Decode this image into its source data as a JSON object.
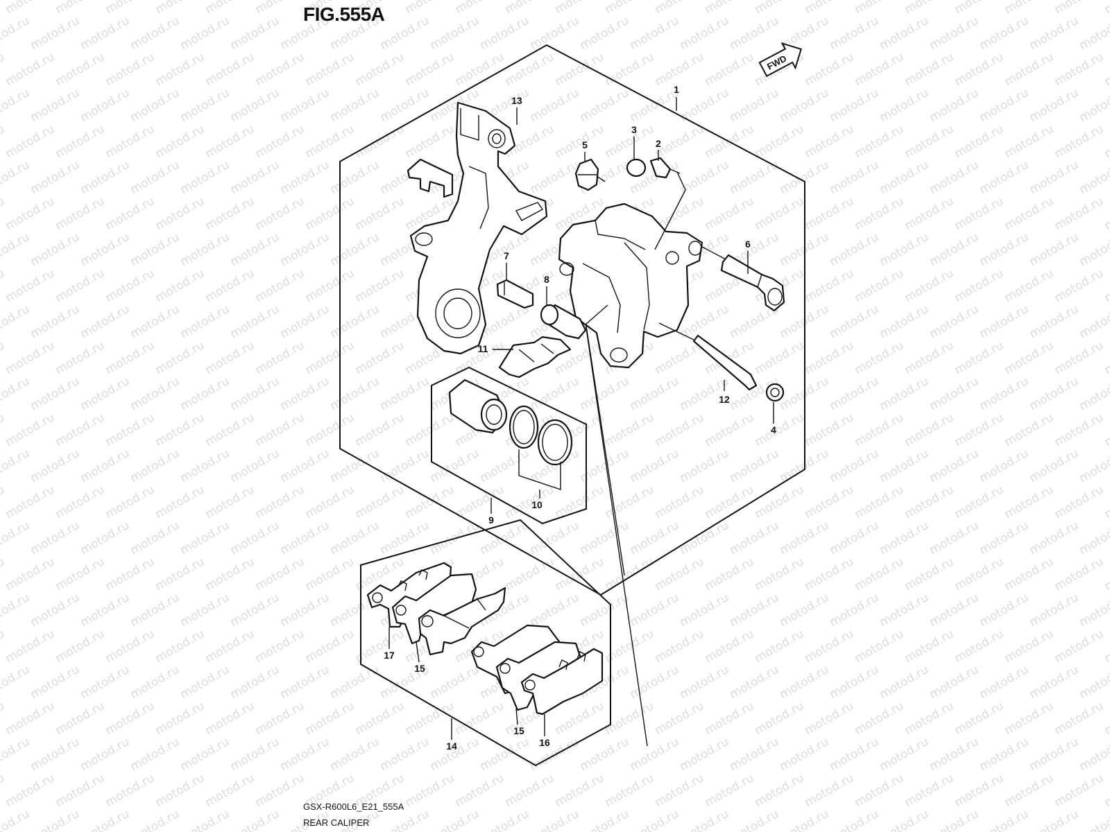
{
  "figure": {
    "title": "FIG.555A",
    "model_code": "GSX-R600L6_E21_555A",
    "name": "REAR CALIPER",
    "fwd_label": "FWD"
  },
  "watermark": "motod.ru",
  "callouts": {
    "c1": "1",
    "c2": "2",
    "c3": "3",
    "c4": "4",
    "c5": "5",
    "c6": "6",
    "c7": "7",
    "c8": "8",
    "c9": "9",
    "c10": "10",
    "c11": "11",
    "c12": "12",
    "c13": "13",
    "c14": "14",
    "c15a": "15",
    "c15b": "15",
    "c16": "16",
    "c17": "17"
  }
}
